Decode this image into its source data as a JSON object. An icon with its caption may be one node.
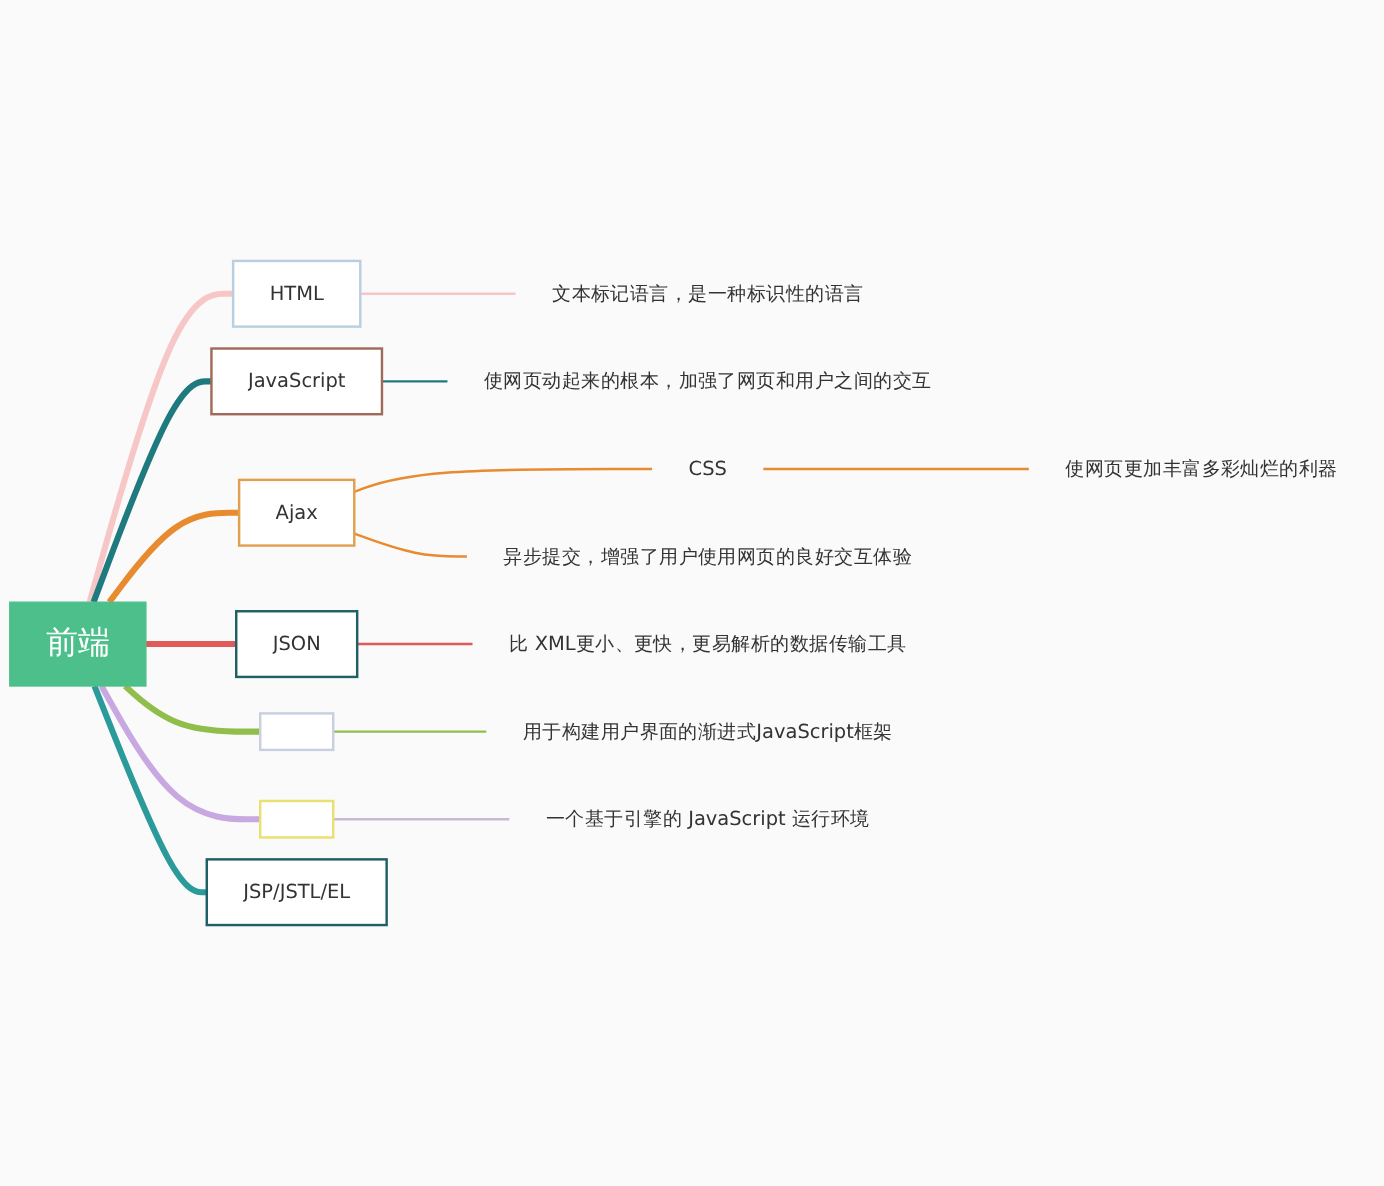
{
  "diagram": {
    "nodes": [
      {
        "text": [
          "前端"
        ]
      },
      {
        "text": [
          "HTML"
        ]
      },
      {
        "text": [
          "文本标记语言，是一种标识性的语言"
        ]
      },
      {
        "text": [
          "JavaScript"
        ]
      },
      {
        "text": [
          "使网页动起来的根本，加强了网页和用户之间的交互"
        ]
      },
      {
        "text": [
          "Ajax"
        ]
      },
      {
        "text": [
          "CSS"
        ]
      },
      {
        "text": [
          "使网页更加丰富多彩灿烂的利器"
        ]
      },
      {
        "text": [
          "异步提交，增强了用户使用网页的良好交互体验"
        ]
      },
      {
        "text": [
          "JSON"
        ]
      },
      {
        "text": [
          "比 XML更小、更快，更易解析的数据传输工具"
        ]
      },
      {
        "text": [],
        "shape": "box"
      },
      {
        "text": [
          "用于构建用户界面的渐进式JavaScript框架"
        ]
      },
      {
        "text": [],
        "shape": "box"
      },
      {
        "text": [
          "一个基于引擎的 JavaScript 运行环境"
        ]
      },
      {
        "text": [
          "JSP/JSTL/EL"
        ]
      }
    ],
    "edges": [
      {
        "from": 0,
        "to": 1,
        "arrow": "none",
        "style": "thick",
        "color": "#f7c6c7"
      },
      {
        "from": 1,
        "to": 2,
        "arrow": "none",
        "color": "#f7c6c7"
      },
      {
        "from": 0,
        "to": 3,
        "arrow": "none",
        "style": "thick",
        "color": "#1f7a80"
      },
      {
        "from": 3,
        "to": 4,
        "arrow": "none",
        "color": "#1f7a80"
      },
      {
        "from": 0,
        "to": 5,
        "arrow": "none",
        "style": "thick",
        "color": "#e88a2e"
      },
      {
        "from": 5,
        "to": 6,
        "arrow": "none",
        "color": "#e88a2e"
      },
      {
        "from": 6,
        "to": 7,
        "arrow": "none",
        "color": "#e88a2e"
      },
      {
        "from": 5,
        "to": 8,
        "arrow": "none",
        "color": "#e88a2e"
      },
      {
        "from": 0,
        "to": 9,
        "arrow": "none",
        "style": "thick",
        "color": "#e05a5a"
      },
      {
        "from": 9,
        "to": 10,
        "arrow": "none",
        "color": "#e05a5a"
      },
      {
        "from": 0,
        "to": 11,
        "arrow": "none",
        "style": "thick",
        "color": "#8fbf4a"
      },
      {
        "from": 11,
        "to": 12,
        "arrow": "none",
        "color": "#8fbf4a"
      },
      {
        "from": 0,
        "to": 13,
        "arrow": "none",
        "style": "thick",
        "color": "#c8a8e0"
      },
      {
        "from": 13,
        "to": 14,
        "arrow": "none",
        "color": "#c8b8d8"
      },
      {
        "from": 0,
        "to": 15,
        "arrow": "none",
        "style": "thick",
        "color": "#2a9a9a"
      }
    ]
  }
}
